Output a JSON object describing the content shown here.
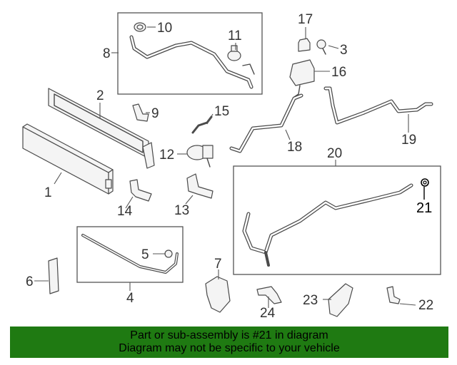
{
  "callouts": {
    "c1": "1",
    "c2": "2",
    "c3": "3",
    "c4": "4",
    "c5": "5",
    "c6": "6",
    "c7": "7",
    "c8": "8",
    "c9": "9",
    "c10": "10",
    "c11": "11",
    "c12": "12",
    "c13": "13",
    "c14": "14",
    "c15": "15",
    "c16": "16",
    "c17": "17",
    "c18": "18",
    "c19": "19",
    "c20": "20",
    "c21": "21",
    "c22": "22",
    "c23": "23",
    "c24": "24"
  },
  "highlighted_part": "21",
  "footer": {
    "line1": "Part or sub-assembly is #21 in diagram",
    "line2": "Diagram may not be specific to your vehicle"
  },
  "colors": {
    "footer_bg": "#1f7a12",
    "line": "#4a4a4a"
  }
}
